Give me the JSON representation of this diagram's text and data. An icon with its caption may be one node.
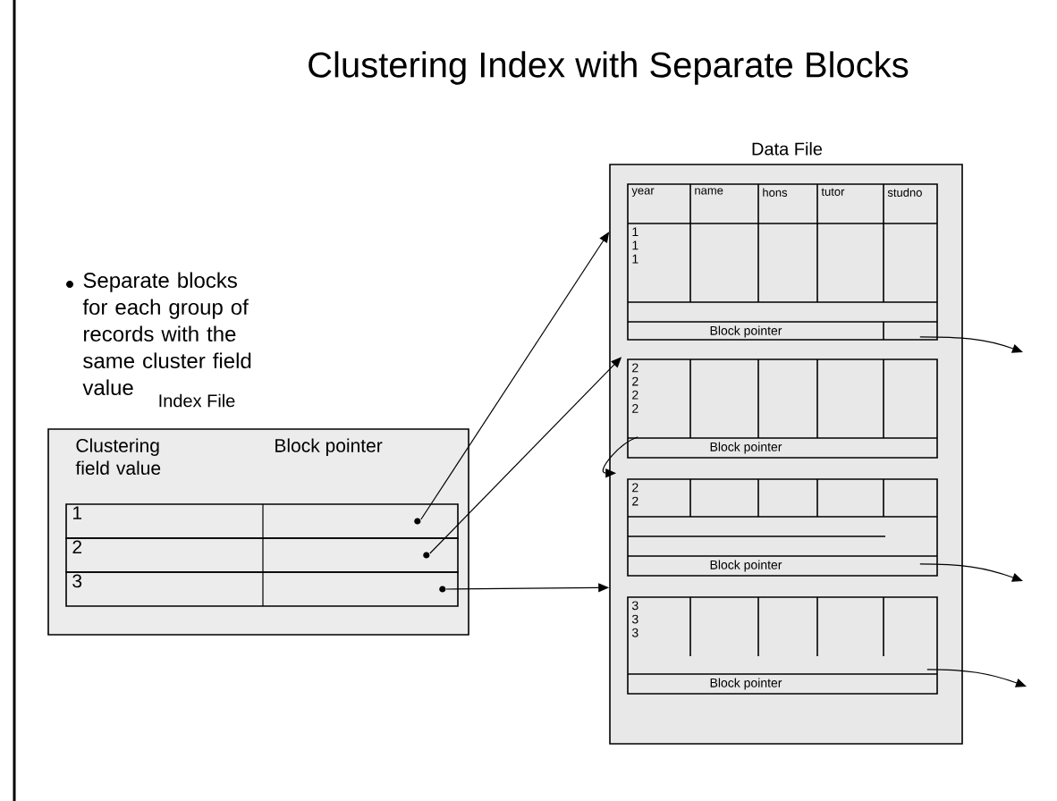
{
  "diagram": {
    "title": "Clustering Index with Separate Blocks",
    "nodes": [
      {
        "text": [
          "Index File",
          "Clustering field value",
          "Block pointer"
        ]
      },
      {
        "text": [
          "1"
        ],
        "in": 0
      },
      {
        "text": [
          "2"
        ],
        "in": 0
      },
      {
        "text": [
          "3"
        ],
        "in": 0
      },
      {
        "text": [
          "Data File"
        ]
      },
      {
        "text": [
          "year",
          "name",
          "hons",
          "tutor",
          "studno",
          "1 1 1",
          "Block pointer"
        ],
        "in": 4
      },
      {
        "text": [
          "2 2 2 2",
          "Block pointer"
        ],
        "in": 4
      },
      {
        "text": [
          "2 2",
          "Block pointer"
        ],
        "in": 4
      },
      {
        "text": [
          "3 3 3",
          "Block pointer"
        ],
        "in": 4
      }
    ],
    "edges": [
      {
        "from": 1,
        "to": 5,
        "arrow": "to"
      },
      {
        "from": 2,
        "to": 6,
        "arrow": "to"
      },
      {
        "from": 3,
        "to": 8,
        "arrow": "to"
      },
      {
        "from": 6,
        "to": 7,
        "arrow": "to"
      },
      {
        "from": 5,
        "to": null,
        "arrow": "to"
      },
      {
        "from": 7,
        "to": null,
        "arrow": "to"
      },
      {
        "from": 8,
        "to": null,
        "arrow": "to"
      }
    ],
    "labels": [
      "Separate blocks for each group of records with the same cluster field value"
    ]
  }
}
